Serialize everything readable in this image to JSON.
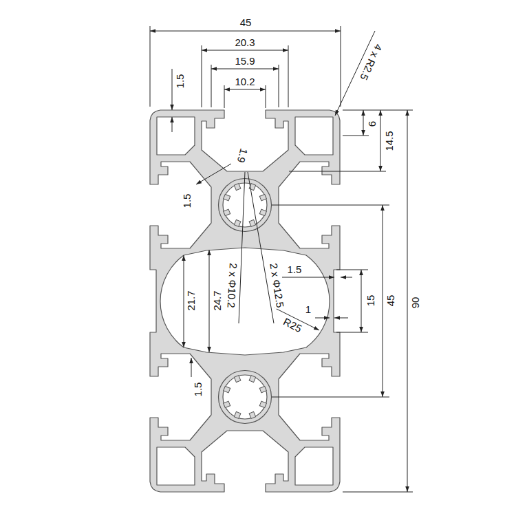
{
  "diagram": {
    "labels": [
      "45",
      "20.3",
      "15.9",
      "10.2",
      "1.5",
      "4 x R2.5",
      "6",
      "14.5",
      "90",
      "1.9",
      "1.5",
      "2 x Φ10.2",
      "2 x Φ12.5",
      "1.5",
      "15",
      "45",
      "1",
      "R25",
      "21.7",
      "24.7",
      "1.5"
    ]
  }
}
